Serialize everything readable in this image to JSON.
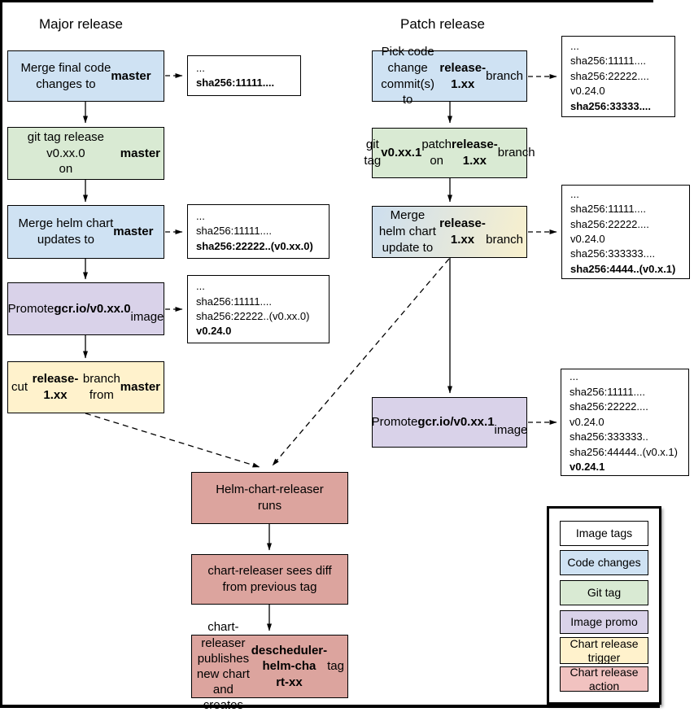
{
  "colors": {
    "code_changes": "#cfe2f3",
    "git_tag": "#d9ead3",
    "image_promo": "#d9d2e9",
    "chart_release_trigger": "#fff2cc",
    "chart_release_action": "#dca49e",
    "annotation_bg": "#ffffff",
    "merge_update_gradient": [
      "#cddeee",
      "#f8f0cd"
    ],
    "outline": "#000000"
  },
  "major": {
    "title": "Major release",
    "steps": [
      {
        "segments": [
          {
            "t": "Merge final code\nchanges to "
          },
          {
            "t": "master",
            "b": true
          }
        ]
      },
      {
        "segments": [
          {
            "t": "git tag release v0.xx.0\non "
          },
          {
            "t": "master",
            "b": true
          }
        ]
      },
      {
        "segments": [
          {
            "t": "Merge helm chart\nupdates to "
          },
          {
            "t": "master",
            "b": true
          }
        ]
      },
      {
        "segments": [
          {
            "t": "Promote "
          },
          {
            "t": "gcr.io/v0.xx.0",
            "b": true
          },
          {
            "t": "\nimage"
          }
        ]
      },
      {
        "segments": [
          {
            "t": "cut "
          },
          {
            "t": "release-1.xx",
            "b": true
          },
          {
            "t": " branch\nfrom "
          },
          {
            "t": "master",
            "b": true
          }
        ]
      }
    ],
    "annotations": [
      {
        "lines": [
          {
            "t": "...",
            "b": false
          },
          {
            "t": "sha256:11111....",
            "b": true
          }
        ]
      },
      {
        "lines": [
          {
            "t": "...",
            "b": false
          },
          {
            "t": "sha256:11111....",
            "b": false
          },
          {
            "t": "sha256:22222..(v0.xx.0)",
            "b": true
          }
        ]
      },
      {
        "lines": [
          {
            "t": "...",
            "b": false
          },
          {
            "t": "sha256:11111....",
            "b": false
          },
          {
            "t": "sha256:22222..(v0.xx.0)",
            "b": false
          },
          {
            "t": "v0.24.0",
            "b": true
          }
        ]
      }
    ]
  },
  "patch": {
    "title": "Patch release",
    "steps": [
      {
        "segments": [
          {
            "t": "Pick code change\ncommit(s) to\n"
          },
          {
            "t": "release-1.xx",
            "b": true
          },
          {
            "t": " branch"
          }
        ]
      },
      {
        "segments": [
          {
            "t": "git tag "
          },
          {
            "t": "v0.xx.1",
            "b": true
          },
          {
            "t": " patch on\n"
          },
          {
            "t": "release-1.xx",
            "b": true
          },
          {
            "t": " branch"
          }
        ]
      },
      {
        "segments": [
          {
            "t": "Merge helm chart\nupdate to "
          },
          {
            "t": "release-1.xx",
            "b": true
          },
          {
            "t": "\nbranch"
          }
        ]
      },
      {
        "segments": [
          {
            "t": "Promote "
          },
          {
            "t": "gcr.io/v0.xx.1",
            "b": true
          },
          {
            "t": "\nimage"
          }
        ]
      }
    ],
    "annotations": [
      {
        "lines": [
          {
            "t": "...",
            "b": false
          },
          {
            "t": "sha256:11111....",
            "b": false
          },
          {
            "t": "sha256:22222....",
            "b": false
          },
          {
            "t": "v0.24.0",
            "b": false
          },
          {
            "t": "sha256:33333....",
            "b": true
          }
        ]
      },
      {
        "lines": [
          {
            "t": "...",
            "b": false
          },
          {
            "t": "sha256:11111....",
            "b": false
          },
          {
            "t": "sha256:22222....",
            "b": false
          },
          {
            "t": "v0.24.0",
            "b": false
          },
          {
            "t": "sha256:333333....",
            "b": false
          },
          {
            "t": "sha256:4444..(v0.x.1)",
            "b": true
          }
        ]
      },
      {
        "lines": [
          {
            "t": "...",
            "b": false
          },
          {
            "t": "sha256:11111....",
            "b": false
          },
          {
            "t": "sha256:22222....",
            "b": false
          },
          {
            "t": "v0.24.0",
            "b": false
          },
          {
            "t": "sha256:333333..",
            "b": false
          },
          {
            "t": "sha256:44444..(v0.x.1)",
            "b": false
          },
          {
            "t": "v0.24.1",
            "b": true
          }
        ]
      }
    ]
  },
  "chart_release": {
    "steps": [
      {
        "segments": [
          {
            "t": "Helm-chart-releaser\nruns"
          }
        ]
      },
      {
        "segments": [
          {
            "t": "chart-releaser sees diff\nfrom previous tag"
          }
        ]
      },
      {
        "segments": [
          {
            "t": "chart-releaser publishes\nnew chart and creates\n"
          },
          {
            "t": "descheduler-helm-cha\nrt-xx",
            "b": true
          },
          {
            "t": " tag"
          }
        ]
      }
    ]
  },
  "legend": {
    "items": [
      {
        "label": "Image tags",
        "color": "#ffffff"
      },
      {
        "label": "Code changes",
        "color": "#cfe2f3"
      },
      {
        "label": "Git tag",
        "color": "#d9ead3"
      },
      {
        "label": "Image promo",
        "color": "#d9d2e9"
      },
      {
        "label": "Chart release\ntrigger",
        "color": "#fff2cc"
      },
      {
        "label": "Chart release\naction",
        "color": "#f1c2c0"
      }
    ]
  }
}
